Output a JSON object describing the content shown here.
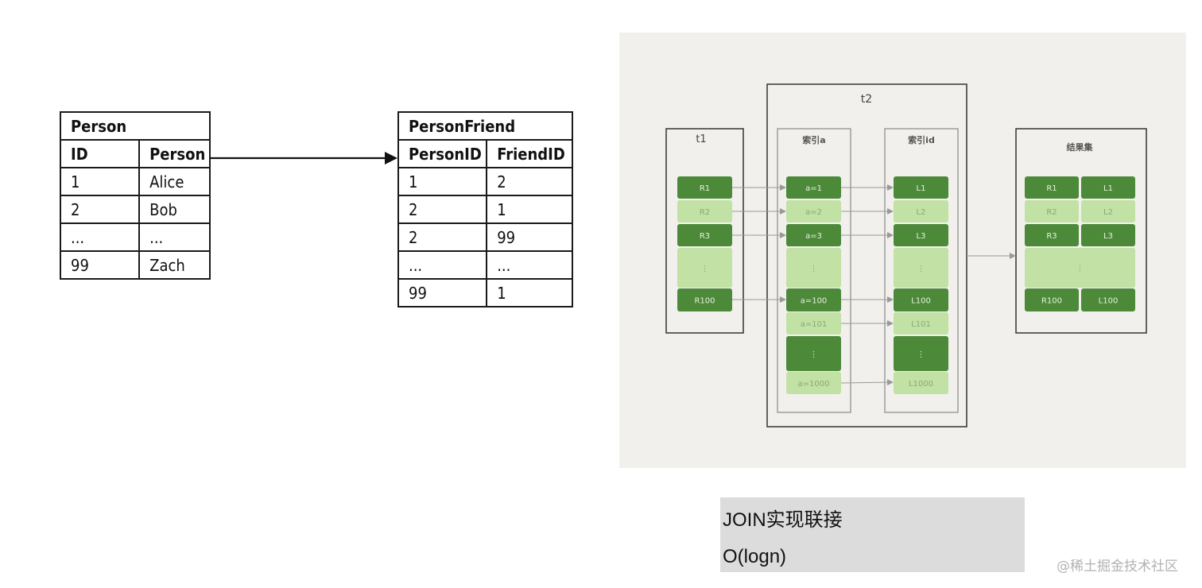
{
  "person_table": {
    "title": "Person",
    "headers": [
      "ID",
      "Person"
    ],
    "rows": [
      [
        "1",
        "Alice"
      ],
      [
        "2",
        "Bob"
      ],
      [
        "...",
        "..."
      ],
      [
        "99",
        "Zach"
      ]
    ]
  },
  "friend_table": {
    "title": "PersonFriend",
    "headers": [
      "PersonID",
      "FriendID"
    ],
    "rows": [
      [
        "1",
        "2"
      ],
      [
        "2",
        "1"
      ],
      [
        "2",
        "99"
      ],
      [
        "...",
        "..."
      ],
      [
        "99",
        "1"
      ]
    ]
  },
  "join_diagram": {
    "t1_label": "t1",
    "t2_label": "t2",
    "index_a_label": "索引a",
    "index_id_label": "索引id",
    "result_label": "结果集",
    "ellipsis": "⋮",
    "t1_rows": [
      "R1",
      "R2",
      "R3",
      "⋮",
      "R100"
    ],
    "index_a_rows": [
      "a=1",
      "a=2",
      "a=3",
      "⋮",
      "a=100",
      "a=101",
      "⋮",
      "a=1000"
    ],
    "index_id_rows": [
      "L1",
      "L2",
      "L3",
      "⋮",
      "L100",
      "L101",
      "⋮",
      "L1000"
    ],
    "result_rows": [
      [
        "R1",
        "L1"
      ],
      [
        "R2",
        "L2"
      ],
      [
        "R3",
        "L3"
      ],
      [
        "⋮",
        ""
      ],
      [
        "R100",
        "L100"
      ]
    ],
    "colors": {
      "dark_green": "#4c8a3a",
      "light_green": "#c2e1a4",
      "dark_text": "#e6f3d9",
      "light_text": "#8aa878",
      "arrow": "#999999",
      "background": "#f1f0ec"
    }
  },
  "caption": {
    "line1": "JOIN实现联接",
    "line2": "O(logn)"
  },
  "watermark": "@稀土掘金技术社区"
}
